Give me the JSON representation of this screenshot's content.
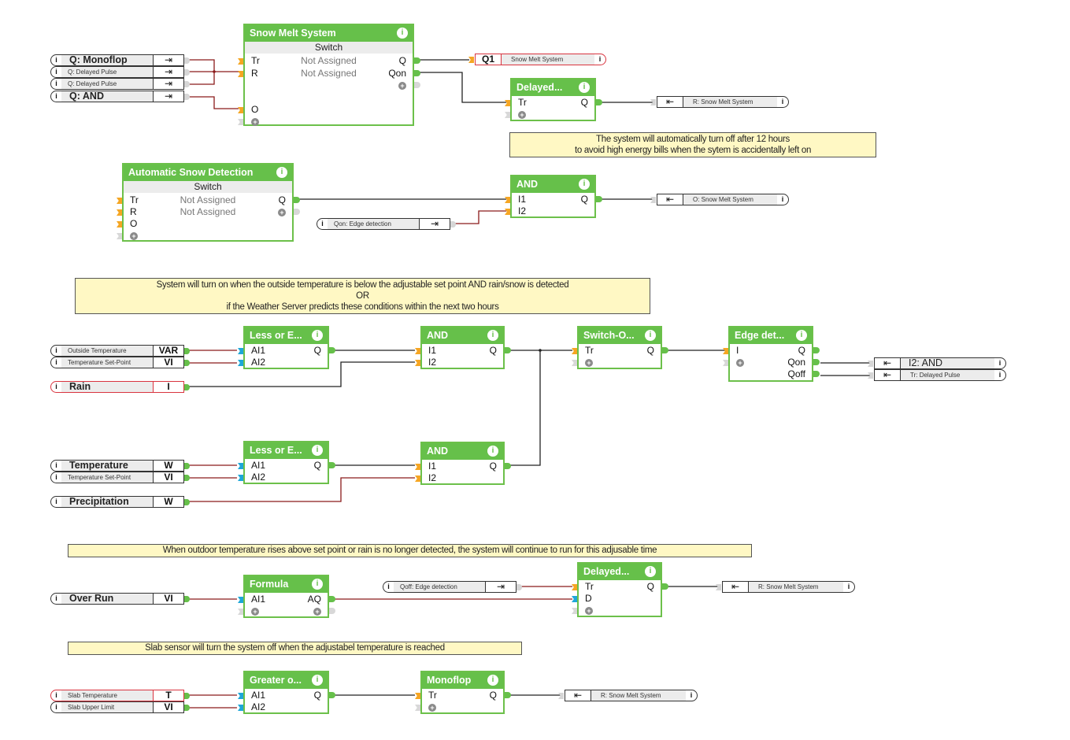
{
  "colors": {
    "block_header": "#66c04a",
    "block_border": "#6cc04a",
    "digital_input_pin": "#f5a623",
    "analog_input_pin": "#1ea7d8",
    "output_pin": "#66c04a",
    "wire_digital": "#222222",
    "wire_analog": "#8b1a1a",
    "note_background": "#fff8c4",
    "highlight_border": "#d9343f"
  },
  "blocks": {
    "snow_melt": {
      "title": "Snow Melt System",
      "subtitle": "Switch",
      "inputs": [
        "Tr",
        "R",
        "O"
      ],
      "outputs": [
        "Q",
        "Qon"
      ],
      "assignments": [
        "Not Assigned",
        "Not Assigned"
      ]
    },
    "delayed_top": {
      "title": "Delayed...",
      "inputs": [
        "Tr"
      ],
      "outputs": [
        "Q"
      ]
    },
    "auto_snow": {
      "title": "Automatic Snow Detection",
      "subtitle": "Switch",
      "inputs": [
        "Tr",
        "R",
        "O"
      ],
      "outputs": [
        "Q"
      ],
      "assignments": [
        "Not Assigned",
        "Not Assigned"
      ]
    },
    "and_top": {
      "title": "AND",
      "inputs": [
        "I1",
        "I2"
      ],
      "outputs": [
        "Q"
      ]
    },
    "less1": {
      "title": "Less or E...",
      "inputs": [
        "AI1",
        "AI2"
      ],
      "outputs": [
        "Q"
      ]
    },
    "and1": {
      "title": "AND",
      "inputs": [
        "I1",
        "I2"
      ],
      "outputs": [
        "Q"
      ]
    },
    "switch_on": {
      "title": "Switch-O...",
      "inputs": [
        "Tr"
      ],
      "outputs": [
        "Q"
      ]
    },
    "edge": {
      "title": "Edge det...",
      "inputs": [
        "I"
      ],
      "outputs": [
        "Q",
        "Qon",
        "Qoff"
      ]
    },
    "less2": {
      "title": "Less or E...",
      "inputs": [
        "AI1",
        "AI2"
      ],
      "outputs": [
        "Q"
      ]
    },
    "and2": {
      "title": "AND",
      "inputs": [
        "I1",
        "I2"
      ],
      "outputs": [
        "Q"
      ]
    },
    "formula": {
      "title": "Formula",
      "inputs": [
        "AI1"
      ],
      "outputs": [
        "AQ"
      ]
    },
    "delayed_bottom": {
      "title": "Delayed...",
      "inputs": [
        "Tr",
        "D"
      ],
      "outputs": [
        "Q"
      ]
    },
    "greater": {
      "title": "Greater o...",
      "inputs": [
        "AI1",
        "AI2"
      ],
      "outputs": [
        "Q"
      ]
    },
    "monoflop": {
      "title": "Monoflop",
      "inputs": [
        "Tr"
      ],
      "outputs": [
        "Q"
      ]
    }
  },
  "inputs_refs": {
    "q_monoflop": {
      "name": "Q: Monoflop",
      "type": "⇥"
    },
    "q_delayed_pulse_1": {
      "name": "Q: Delayed Pulse",
      "type": "⇥"
    },
    "q_delayed_pulse_2": {
      "name": "Q: Delayed Pulse",
      "type": "⇥"
    },
    "q_and": {
      "name": "Q: AND",
      "type": "⇥"
    },
    "qon_edge": {
      "name": "Qon: Edge detection",
      "type": "⇥"
    },
    "outside_temp": {
      "name": "Outside Temperature",
      "type": "VAR"
    },
    "temp_setpoint_1": {
      "name": "Temperature Set-Point",
      "type": "VI"
    },
    "rain": {
      "name": "Rain",
      "type": "I"
    },
    "temperature": {
      "name": "Temperature",
      "type": "W"
    },
    "temp_setpoint_2": {
      "name": "Temperature Set-Point",
      "type": "VI"
    },
    "precipitation": {
      "name": "Precipitation",
      "type": "W"
    },
    "over_run": {
      "name": "Over Run",
      "type": "VI"
    },
    "qoff_edge": {
      "name": "Qoff: Edge detection",
      "type": "⇥"
    },
    "slab_temp": {
      "name": "Slab Temperature",
      "type": "T"
    },
    "slab_upper": {
      "name": "Slab Upper Limit",
      "type": "VI"
    }
  },
  "outputs_refs": {
    "q1": {
      "type": "Q1",
      "name": "Snow Melt System"
    },
    "r_snow_1": {
      "type": "⇤",
      "name": "R: Snow Melt System"
    },
    "o_snow": {
      "type": "⇤",
      "name": "O: Snow Melt System"
    },
    "i2_and": {
      "type": "⇤",
      "name": "I2: AND"
    },
    "tr_delayed": {
      "type": "⇤",
      "name": "Tr: Delayed Pulse"
    },
    "r_snow_2": {
      "type": "⇤",
      "name": "R: Snow Melt System"
    },
    "r_snow_3": {
      "type": "⇤",
      "name": "R: Snow Melt System"
    }
  },
  "notes": {
    "auto_off": [
      "The system will automatically turn off after 12 hours",
      "to avoid high energy bills when the sytem is accidentally left on"
    ],
    "turn_on": [
      "System will turn on when the outside temperature is below the adjustable set point AND rain/snow is detected",
      "OR",
      "if the Weather Server predicts these conditions within the next two hours"
    ],
    "over_run": [
      "When outdoor temperature rises above set point or rain is no longer detected, the system will continue to run for this adjusable time"
    ],
    "slab": [
      "Slab sensor will turn the system off when the adjustabel temperature is reached"
    ]
  },
  "icons": {
    "info": "i",
    "plus": "+"
  }
}
